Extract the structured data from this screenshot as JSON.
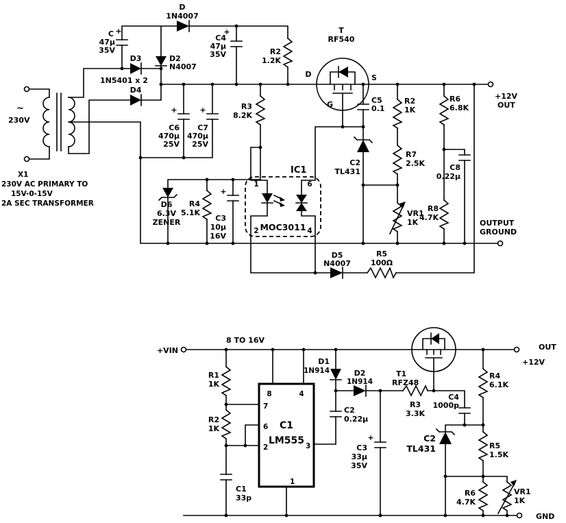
{
  "sym": {
    "plus": "+",
    "tilde": "~"
  },
  "top": {
    "d_top": {
      "ref": "D",
      "part": "1N4007"
    },
    "c_in": {
      "ref": "C",
      "val": "47µ",
      "volt": "35V"
    },
    "d3": {
      "ref": "D3"
    },
    "d2": {
      "ref": "D2",
      "part": "N4007"
    },
    "d34_note": "1N5401 x 2",
    "d4": {
      "ref": "D4"
    },
    "c4": {
      "ref": "C4",
      "val": "47µ",
      "volt": "35V"
    },
    "r2a": {
      "ref": "R2",
      "val": "1.2K"
    },
    "t": {
      "ref": "T",
      "part": "RF540",
      "drain": "D",
      "gate": "G",
      "source": "S"
    },
    "ac": {
      "volt": "230V"
    },
    "c6": {
      "ref": "C6",
      "val": "470µ",
      "volt": "25V"
    },
    "c7": {
      "ref": "C7",
      "val": "470µ",
      "volt": "25V"
    },
    "r3": {
      "ref": "R3",
      "val": "8.2K"
    },
    "c5": {
      "ref": "C5",
      "val": "0.1"
    },
    "r2b": {
      "ref": "R2",
      "val": "1K"
    },
    "r6": {
      "ref": "R6",
      "val": "6.8K"
    },
    "out_12v": {
      "l1": "+12V",
      "l2": "OUT"
    },
    "tl431": {
      "ref": "C2",
      "part": "TL431"
    },
    "r7": {
      "ref": "R7",
      "val": "2.5K"
    },
    "c8": {
      "ref": "C8",
      "val": "0.22µ"
    },
    "x1": {
      "ref": "X1",
      "l1": "230V AC PRIMARY TO",
      "l2": "15V-0-15V",
      "l3": "2A SEC TRANSFORMER"
    },
    "ic1": {
      "ref": "IC1",
      "part": "MOC3011",
      "p1": "1",
      "p2": "2",
      "p4": "4",
      "p6": "6"
    },
    "d6": {
      "ref": "D6",
      "volt": "6.3V",
      "type": "ZENER"
    },
    "r4": {
      "ref": "R4",
      "val": "5.1K"
    },
    "c3": {
      "ref": "C3",
      "val": "10µ",
      "volt": "16V"
    },
    "vr1": {
      "ref": "VR1",
      "val": "1K"
    },
    "r8": {
      "ref": "R8",
      "val": "4.7K"
    },
    "out_gnd": {
      "l1": "OUTPUT",
      "l2": "GROUND"
    },
    "d5": {
      "ref": "D5",
      "part": "N4007"
    },
    "r5": {
      "ref": "R5",
      "val": "100Ω"
    }
  },
  "bottom": {
    "vin": "+VIN",
    "rail_note": "8 TO 16V",
    "r1": {
      "ref": "R1",
      "val": "1K"
    },
    "r2": {
      "ref": "R2",
      "val": "1K"
    },
    "u1": {
      "ref": "C1",
      "part": "LM555",
      "p8": "8",
      "p4": "4",
      "p7": "7",
      "p6": "6",
      "p2": "2",
      "p3": "3",
      "p1": "1"
    },
    "d1": {
      "ref": "D1",
      "part": "1N914"
    },
    "d2": {
      "ref": "D2",
      "part": "1N914"
    },
    "t1": {
      "ref": "T1",
      "part": "RFZ48"
    },
    "c2_pump": {
      "ref": "C2",
      "val": "0.22µ"
    },
    "r3": {
      "ref": "R3",
      "val": "3.3K"
    },
    "c3": {
      "ref": "C3",
      "val": "33µ",
      "volt": "35V"
    },
    "c4": {
      "ref": "C4",
      "val": "1000p"
    },
    "tl431": {
      "ref": "C2",
      "part": "TL431"
    },
    "r4": {
      "ref": "R4",
      "val": "6.1K"
    },
    "r5": {
      "ref": "R5",
      "val": "1.5K"
    },
    "r6": {
      "ref": "R6",
      "val": "4.7K"
    },
    "vr1": {
      "ref": "VR1",
      "val": "1K"
    },
    "c1": {
      "ref": "C1",
      "val": "33p"
    },
    "out": {
      "l1": "OUT",
      "l2": "+12V"
    },
    "gnd": "GND"
  }
}
